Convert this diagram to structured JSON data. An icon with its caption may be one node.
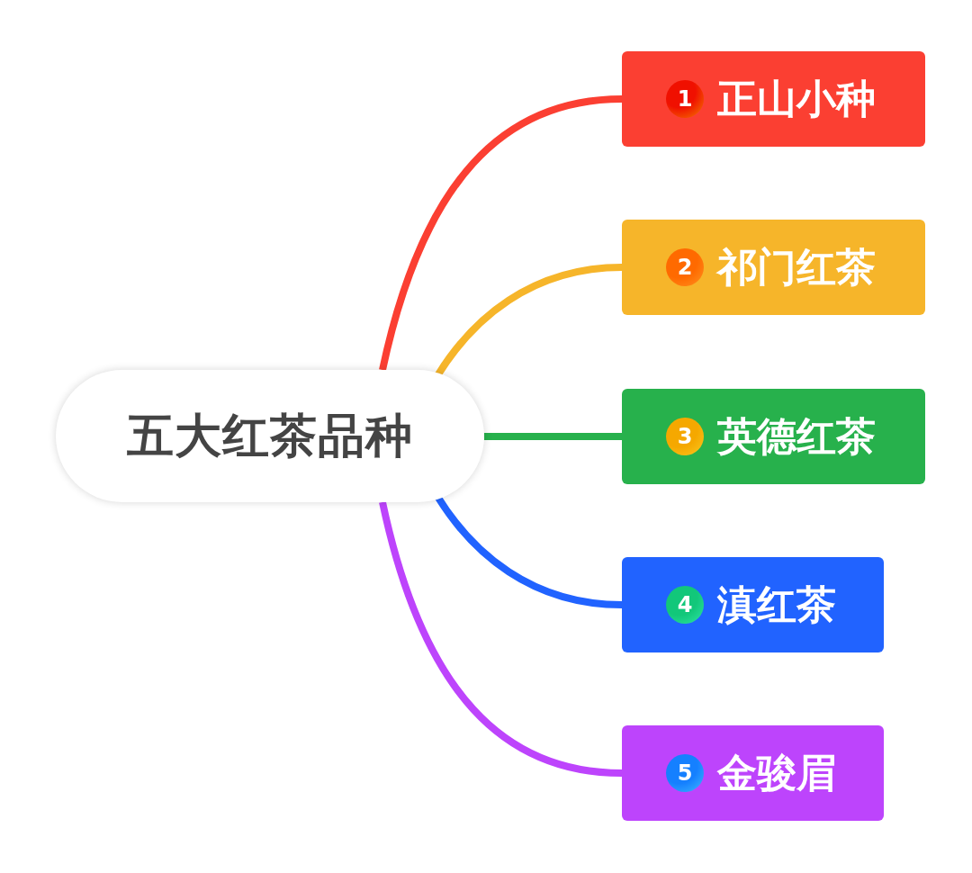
{
  "diagram": {
    "nodes": [
      {
        "text": [
          "五大红茶品种"
        ]
      },
      {
        "text": [
          "1",
          "正山小种"
        ]
      },
      {
        "text": [
          "2",
          "祁门红茶"
        ]
      },
      {
        "text": [
          "3",
          "英德红茶"
        ]
      },
      {
        "text": [
          "4",
          "滇红茶"
        ]
      },
      {
        "text": [
          "5",
          "金骏眉"
        ]
      }
    ],
    "edges": [
      {
        "from": 0,
        "to": 1,
        "arrow": "none",
        "color": "#fb3f32"
      },
      {
        "from": 0,
        "to": 2,
        "arrow": "none",
        "color": "#f6b52a"
      },
      {
        "from": 0,
        "to": 3,
        "arrow": "none",
        "color": "#27b14c"
      },
      {
        "from": 0,
        "to": 4,
        "arrow": "none",
        "color": "#2163ff"
      },
      {
        "from": 0,
        "to": 5,
        "arrow": "none",
        "color": "#bd44fc"
      }
    ]
  }
}
